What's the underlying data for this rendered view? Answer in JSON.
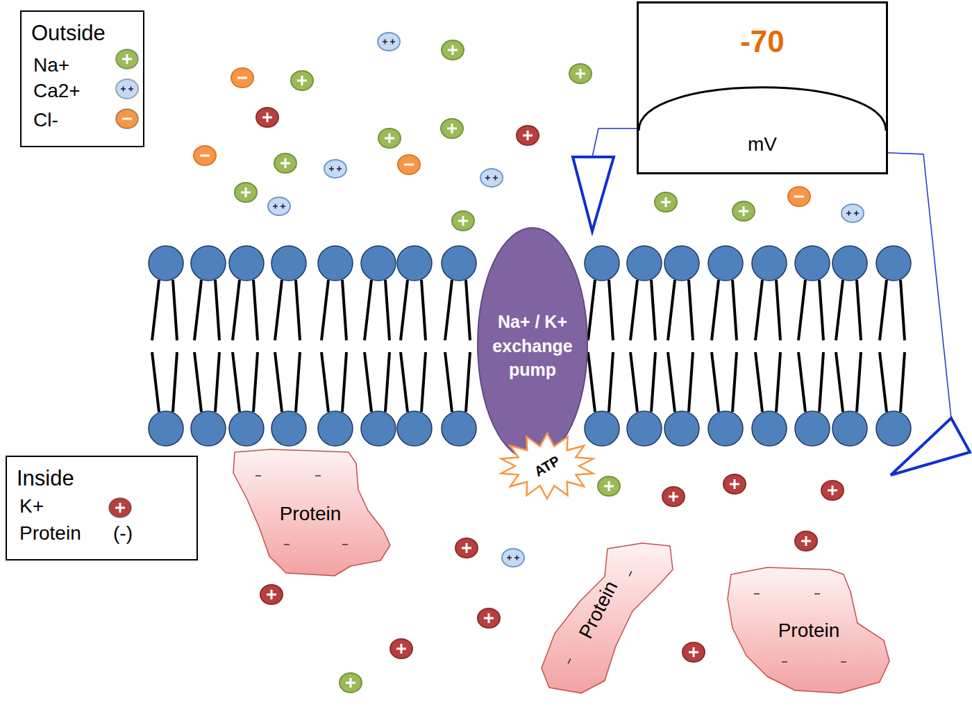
{
  "diagram": {
    "nodes": [
      {
        "text": [
          "Outside"
        ]
      },
      {
        "text": [
          "-70",
          "mV"
        ]
      },
      {
        "text": [
          "Na+ / K+ exchange pump"
        ]
      },
      {
        "text": [
          "Inside"
        ]
      },
      {
        "text": [
          "ATP"
        ]
      },
      {
        "text": [
          "Protein"
        ]
      },
      {
        "text": [
          "Protein"
        ]
      },
      {
        "text": [
          "Protein"
        ]
      }
    ],
    "labels": [
      "(-)"
    ],
    "legend": [
      {
        "text": "Na+",
        "color": "#9bbb59"
      },
      {
        "text": "Ca2+",
        "color": "#c6dbf3"
      },
      {
        "text": "Cl-",
        "color": "#f79646"
      },
      {
        "text": "K+",
        "color": "#b7403f"
      },
      {
        "text": "Protein"
      }
    ]
  }
}
